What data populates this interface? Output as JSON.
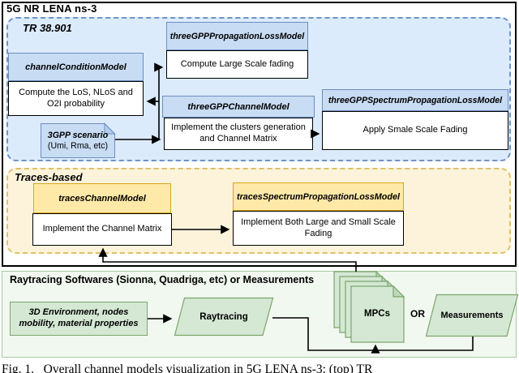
{
  "figure": {
    "outer_title": "5G NR LENA ns-3",
    "tr_section": {
      "title": "TR 38.901",
      "channel_condition": {
        "header": "channelConditionModel",
        "body": "Compute the LoS, NLoS and O2I probability"
      },
      "scenario_note": {
        "line1": "3GPP scenario",
        "line2": "(Umi, Rma, etc)"
      },
      "propagation_loss": {
        "header": "threeGPPPropagationLossModel",
        "body": "Compute Large Scale fading"
      },
      "channel_model": {
        "header": "threeGPPChannelModel",
        "body": "Implement the clusters generation and Channel Matrix"
      },
      "spectrum_loss": {
        "header": "threeGPPSpectrumPropagationLossModel",
        "body": "Apply Smale Scale Fading"
      }
    },
    "traces_section": {
      "title": "Traces-based",
      "traces_channel": {
        "header": "tracesChannelModel",
        "body": "Implement the Channel Matrix"
      },
      "traces_spectrum": {
        "header": "tracesSpectrumPropagationLossModel",
        "body": "Implement Both Large and Small Scale Fading"
      }
    },
    "raytracing_section": {
      "title": "Raytracing Softwares (Sionna, Quadriga, etc) or Measurements",
      "environment_box": "3D Environment, nodes mobility, material properties",
      "raytracing_label": "Raytracing",
      "mpcs_label": "MPCs",
      "or_label": "OR",
      "measurements_label": "Measurements"
    },
    "caption": "Fig. 1.   Overall channel models visualization in 5G LENA ns-3: (top) TR"
  },
  "colors": {
    "tr_panel_fill": "#dcebfb",
    "tr_panel_border": "#6f93c6",
    "blue_header_fill": "#c8dcf4",
    "blue_header_border": "#6c8ebf",
    "traces_panel_fill": "#fcf3da",
    "traces_panel_border": "#dfc06a",
    "yellow_header_fill": "#ffe9a8",
    "yellow_header_border": "#d9a420",
    "green_panel_fill": "#f1f8ef",
    "green_shape_fill": "#d5e8d4",
    "green_shape_border": "#7ca56d",
    "connector": "#000000"
  }
}
